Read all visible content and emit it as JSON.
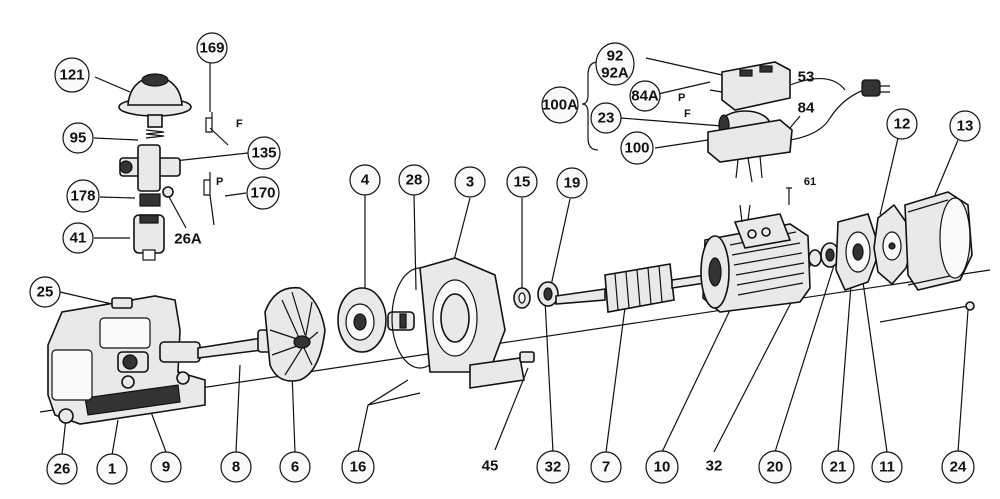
{
  "diagram": {
    "callouts": [
      {
        "id": "121",
        "label": "121"
      },
      {
        "id": "169",
        "label": "169"
      },
      {
        "id": "95",
        "label": "95"
      },
      {
        "id": "135",
        "label": "135"
      },
      {
        "id": "178",
        "label": "178"
      },
      {
        "id": "170",
        "label": "170"
      },
      {
        "id": "26A",
        "label": "26A"
      },
      {
        "id": "41",
        "label": "41"
      },
      {
        "id": "25",
        "label": "25"
      },
      {
        "id": "4",
        "label": "4"
      },
      {
        "id": "28",
        "label": "28"
      },
      {
        "id": "3",
        "label": "3"
      },
      {
        "id": "15",
        "label": "15"
      },
      {
        "id": "19",
        "label": "19"
      },
      {
        "id": "92",
        "label": "92"
      },
      {
        "id": "92A",
        "label": "92A"
      },
      {
        "id": "53",
        "label": "53"
      },
      {
        "id": "84A",
        "label": "84A"
      },
      {
        "id": "100A",
        "label": "100A"
      },
      {
        "id": "23",
        "label": "23"
      },
      {
        "id": "84",
        "label": "84"
      },
      {
        "id": "100",
        "label": "100"
      },
      {
        "id": "61",
        "label": "61"
      },
      {
        "id": "12",
        "label": "12"
      },
      {
        "id": "13",
        "label": "13"
      },
      {
        "id": "26",
        "label": "26"
      },
      {
        "id": "1",
        "label": "1"
      },
      {
        "id": "9",
        "label": "9"
      },
      {
        "id": "8",
        "label": "8"
      },
      {
        "id": "6",
        "label": "6"
      },
      {
        "id": "16",
        "label": "16"
      },
      {
        "id": "45",
        "label": "45"
      },
      {
        "id": "32a",
        "label": "32"
      },
      {
        "id": "7",
        "label": "7"
      },
      {
        "id": "10",
        "label": "10"
      },
      {
        "id": "32b",
        "label": "32"
      },
      {
        "id": "20",
        "label": "20"
      },
      {
        "id": "21",
        "label": "21"
      },
      {
        "id": "11",
        "label": "11"
      },
      {
        "id": "24",
        "label": "24"
      }
    ],
    "inline_labels": {
      "switch_f": "F",
      "switch_p": "P",
      "box_p": "P",
      "box_f": "F"
    }
  }
}
